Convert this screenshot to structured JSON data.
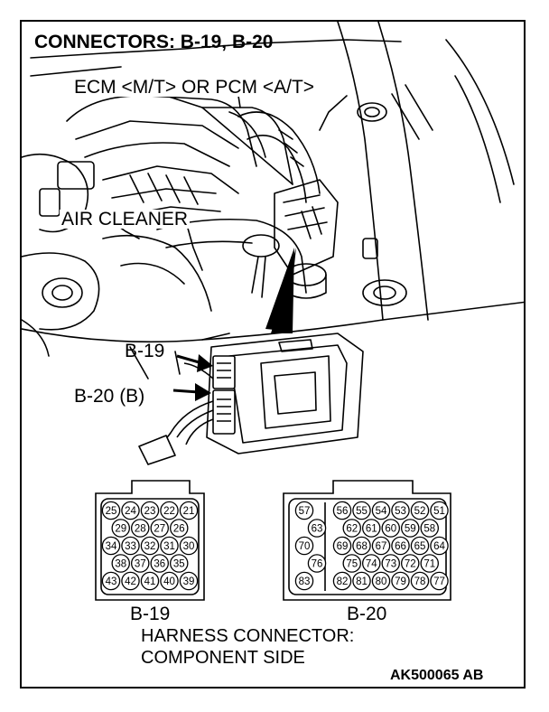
{
  "title": "CONNECTORS: B-19, B-20",
  "callouts": {
    "ecm_pcm": "ECM <M/T> OR PCM <A/T>",
    "air_cleaner": "AIR CLEANER",
    "b19": "B-19",
    "b20": "B-20 (B)"
  },
  "connectors": {
    "b19": {
      "label": "B-19",
      "rows": [
        [
          "25",
          "24",
          "23",
          "22",
          "21"
        ],
        [
          "29",
          "28",
          "27",
          "26"
        ],
        [
          "34",
          "33",
          "32",
          "31",
          "30"
        ],
        [
          "38",
          "37",
          "36",
          "35"
        ],
        [
          "43",
          "42",
          "41",
          "40",
          "39"
        ]
      ]
    },
    "b20": {
      "label": "B-20",
      "left_pins": [
        "57",
        "63",
        "70",
        "76",
        "83"
      ],
      "rows": [
        [
          "56",
          "55",
          "54",
          "53",
          "52",
          "51"
        ],
        [
          "62",
          "61",
          "60",
          "59",
          "58"
        ],
        [
          "69",
          "68",
          "67",
          "66",
          "65",
          "64"
        ],
        [
          "75",
          "74",
          "73",
          "72",
          "71"
        ],
        [
          "82",
          "81",
          "80",
          "79",
          "78",
          "77"
        ]
      ]
    }
  },
  "note_line1": "HARNESS CONNECTOR:",
  "note_line2": "COMPONENT SIDE",
  "code": "AK500065 AB"
}
